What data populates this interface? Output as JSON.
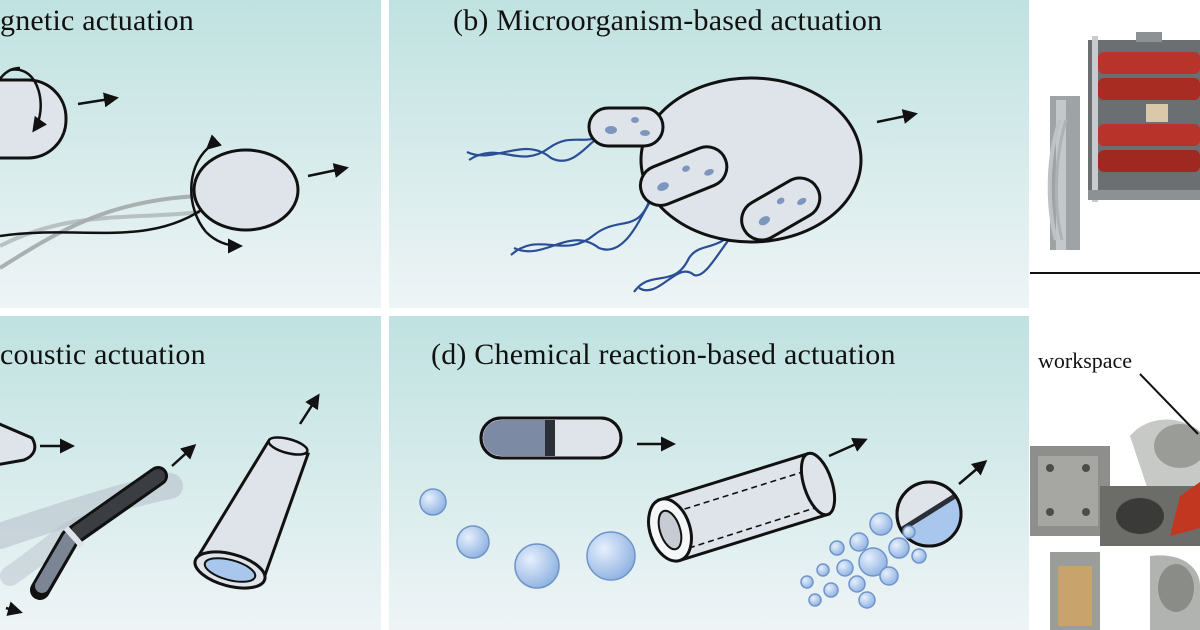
{
  "panels": {
    "a": {
      "title": "gnetic actuation"
    },
    "b": {
      "title": "(b) Microorganism-based actuation"
    },
    "c": {
      "title": "coustic actuation"
    },
    "d": {
      "title": "(d) Chemical reaction-based actuation"
    }
  },
  "photos": {
    "bottom": {
      "label": "workspace"
    }
  },
  "colors": {
    "panel_top": "#bfe2e0",
    "panel_bottom": "#eef4f6",
    "body_fill": "#dfe3ea",
    "outline": "#111111",
    "flagella": "#2b4f95",
    "bubble": "#a9c7ec",
    "coil_copper": "#b8342a"
  }
}
